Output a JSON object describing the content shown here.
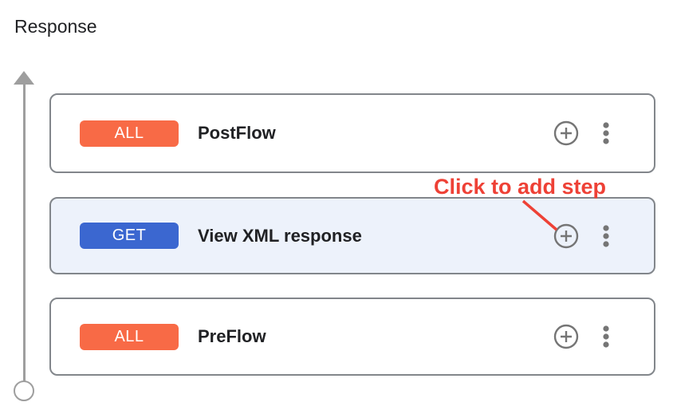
{
  "page": {
    "title": "Response"
  },
  "colors": {
    "badge_all": "#F86A46",
    "badge_get": "#3B67D0",
    "card_border": "#82868B",
    "selected_card_bg": "#EDF2FB",
    "icon_gray": "#757575",
    "flow_line_gray": "#9E9E9E",
    "text_dark": "#202124",
    "annotation_red": "#EE4136"
  },
  "icons": {
    "add_step": "plus-in-circle",
    "more_options": "vertical-three-dots",
    "flow_direction": "up-arrow-line-with-origin-circle"
  },
  "flow": {
    "cards": [
      {
        "badge": "ALL",
        "title": "PostFlow",
        "selected": false
      },
      {
        "badge": "GET",
        "title": "View XML response",
        "selected": true
      },
      {
        "badge": "ALL",
        "title": "PreFlow",
        "selected": false
      }
    ]
  },
  "annotation": {
    "label": "Click to add step",
    "target": "add-step-button-of-selected-card"
  }
}
